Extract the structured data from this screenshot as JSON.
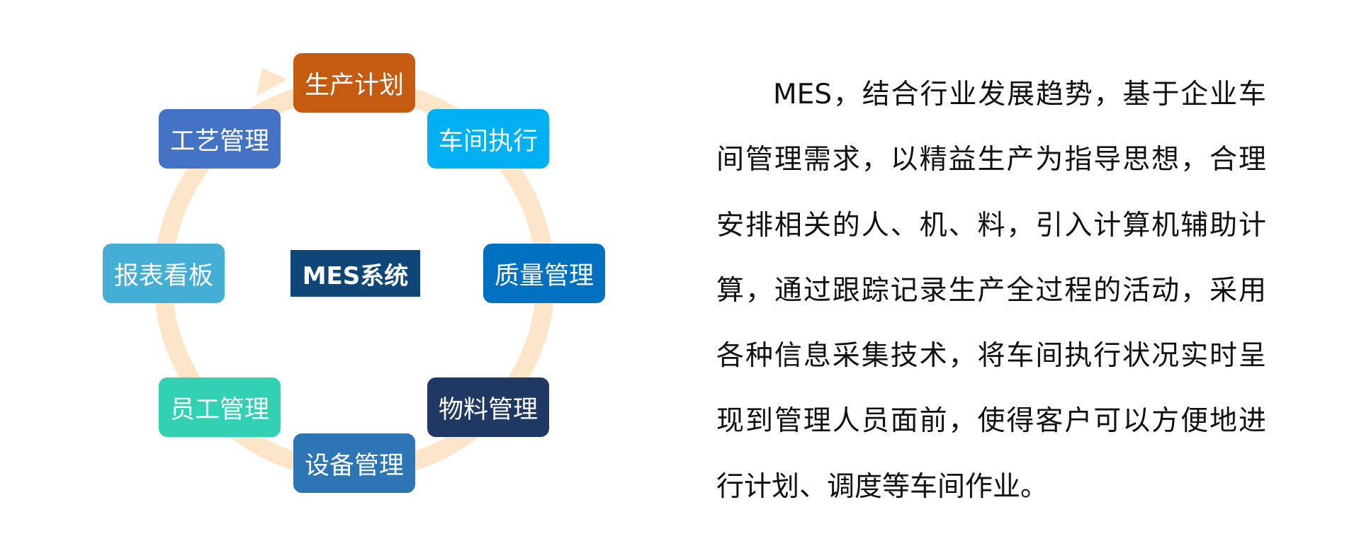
{
  "colors": {
    "ring": "#fde5c9",
    "center_bg": "#0e4677"
  },
  "diagram": {
    "center_label": "MES系统",
    "nodes": [
      {
        "id": "plan",
        "label": "生产计划",
        "color": "#c55a11"
      },
      {
        "id": "exec",
        "label": "车间执行",
        "color": "#00b0f0"
      },
      {
        "id": "quality",
        "label": "质量管理",
        "color": "#0070c0"
      },
      {
        "id": "material",
        "label": "物料管理",
        "color": "#1f3864"
      },
      {
        "id": "equipment",
        "label": "设备管理",
        "color": "#2e75b6"
      },
      {
        "id": "staff",
        "label": "员工管理",
        "color": "#33d1b3"
      },
      {
        "id": "report",
        "label": "报表看板",
        "color": "#44aed4"
      },
      {
        "id": "process",
        "label": "工艺管理",
        "color": "#4472c4"
      }
    ]
  },
  "description": {
    "text": "MES，结合行业发展趋势，基于企业车间管理需求，以精益生产为指导思想，合理安排相关的人、机、料，引入计算机辅助计算，通过跟踪记录生产全过程的活动，采用各种信息采集技术，将车间执行状况实时呈现到管理人员面前，使得客户可以方便地进行计划、调度等车间作业。"
  }
}
